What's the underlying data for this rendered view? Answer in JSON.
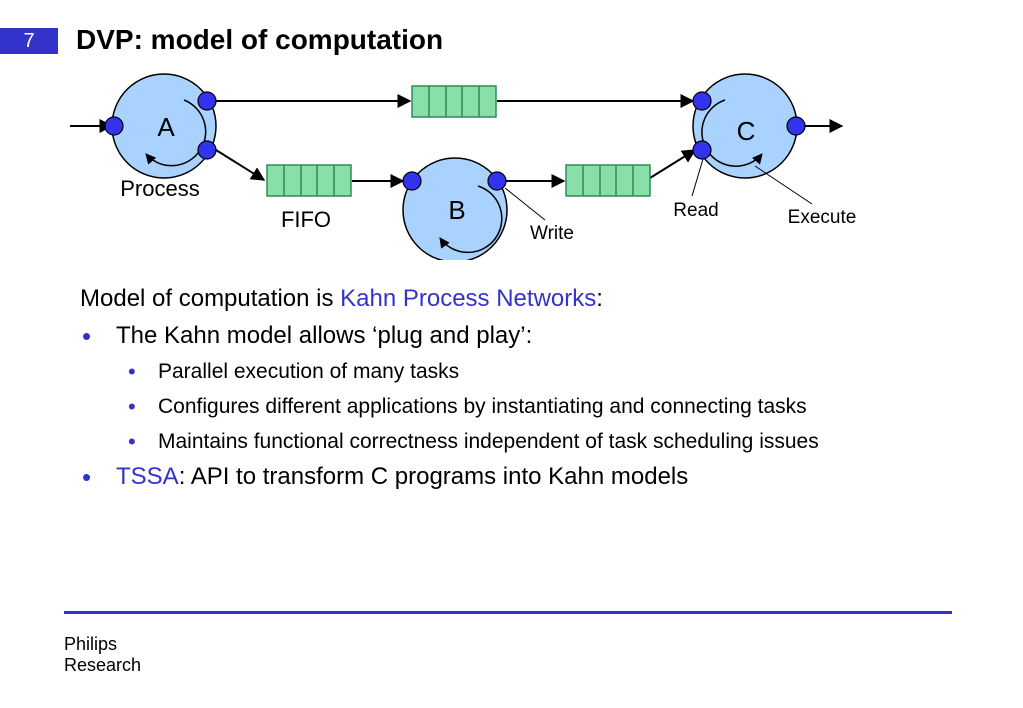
{
  "slide": {
    "number": "7",
    "title": "DVP: model of computation"
  },
  "diagram": {
    "processes": [
      "A",
      "B",
      "C"
    ],
    "labels": {
      "process": "Process",
      "fifo": "FIFO",
      "read": "Read",
      "write": "Write",
      "execute": "Execute"
    },
    "colors": {
      "process_fill": "#a9d2ff",
      "port_fill": "#3333ee",
      "fifo_fill": "#88e0a8",
      "fifo_stroke": "#2e8b57"
    }
  },
  "content": {
    "intro_prefix": "Model of computation is ",
    "intro_link": "Kahn Process Networks",
    "intro_suffix": ":",
    "bullet1": "The Kahn model allows ‘plug and play’:",
    "sub_bullets": [
      "Parallel execution of many tasks",
      "Configures different applications by instantiating and connecting tasks",
      "Maintains functional correctness independent of task scheduling issues"
    ],
    "bullet2_link": "TSSA",
    "bullet2_rest": ": API to transform C programs into Kahn models"
  },
  "footer": {
    "line1": "Philips",
    "line2": "Research"
  },
  "accent_color": "#3333cc"
}
